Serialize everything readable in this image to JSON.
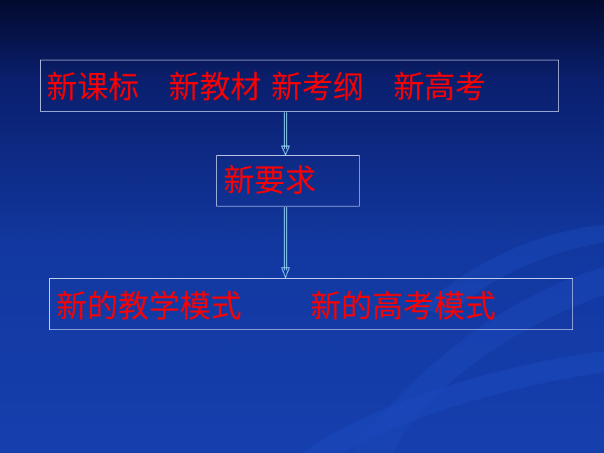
{
  "diagram": {
    "nodes": [
      {
        "id": "source",
        "label": "新课标   新教材 新考纲   新高考"
      },
      {
        "id": "requirement",
        "label": "新要求"
      },
      {
        "id": "outcome",
        "label": "新的教学模式       新的高考模式"
      }
    ],
    "edges": [
      {
        "from": "source",
        "to": "requirement"
      },
      {
        "from": "requirement",
        "to": "outcome"
      }
    ]
  },
  "colors": {
    "background_top": "#020a2e",
    "background_bottom": "#163fae",
    "node_text": "#ff0000",
    "node_border": "#c8d2f0",
    "arrow": "#9fe3ff"
  }
}
